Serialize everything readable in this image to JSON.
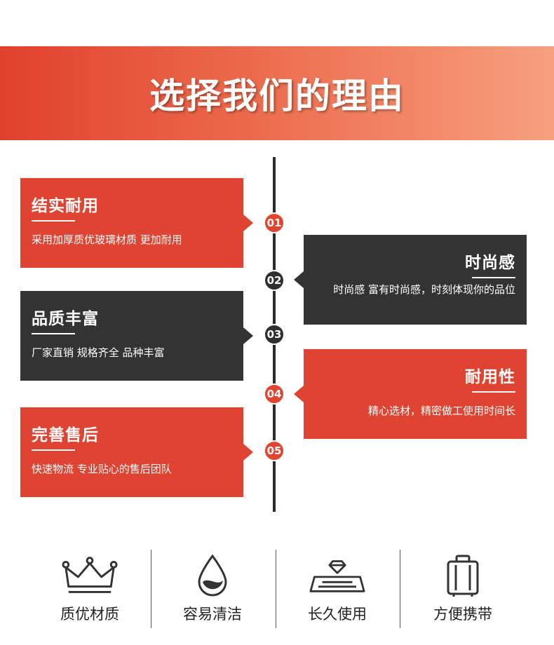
{
  "banner": {
    "title": "选择我们的理由"
  },
  "timeline": [
    {
      "number": "01",
      "title": "结实耐用",
      "desc": "采用加厚质优玻璃材质 更加耐用"
    },
    {
      "number": "02",
      "title": "时尚感",
      "desc": "时尚感 富有时尚感，时刻体现你的品位"
    },
    {
      "number": "03",
      "title": "品质丰富",
      "desc": "厂家直销 规格齐全 品种丰富"
    },
    {
      "number": "04",
      "title": "耐用性",
      "desc": "精心选材，精密做工使用时间长"
    },
    {
      "number": "05",
      "title": "完善售后",
      "desc": "快速物流 专业贴心的售后团队"
    }
  ],
  "features": [
    {
      "icon": "crown-icon",
      "label": "质优材质"
    },
    {
      "icon": "water-drop-icon",
      "label": "容易清洁"
    },
    {
      "icon": "diamond-tray-icon",
      "label": "长久使用"
    },
    {
      "icon": "luggage-icon",
      "label": "方便携带"
    }
  ],
  "colors": {
    "accent_red": "#df4331",
    "dark": "#333333",
    "banner_start": "#e0412c",
    "banner_end": "#f7a07f"
  }
}
